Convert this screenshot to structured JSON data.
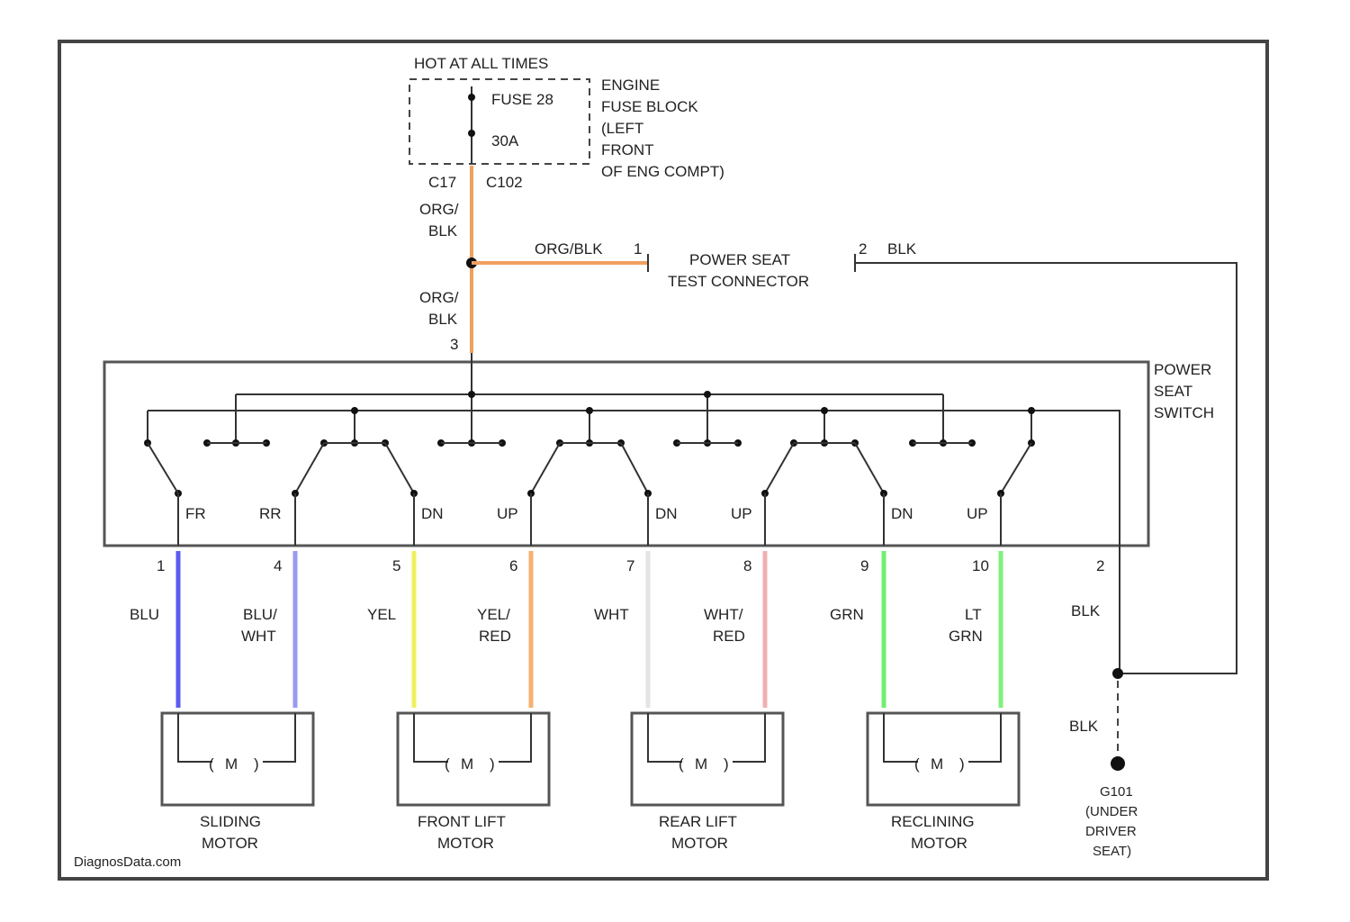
{
  "power": {
    "hot_label": "HOT AT ALL TIMES",
    "fuse_label": "FUSE 28",
    "fuse_rating": "30A",
    "fuse_block": [
      "ENGINE",
      "FUSE BLOCK",
      "(LEFT",
      "FRONT",
      "OF ENG COMPT)"
    ],
    "conn_a": "C17",
    "conn_b": "C102"
  },
  "wires": {
    "feed_upper": [
      "ORG/",
      "BLK"
    ],
    "feed_lower": [
      "ORG/",
      "BLK"
    ],
    "branch": "ORG/BLK",
    "branch_pin": "1",
    "switch_pin": "3",
    "test_pin": "2",
    "test_color": "BLK",
    "ground_color": "BLK",
    "ground_pin_color": "BLK"
  },
  "test_connector": [
    "POWER SEAT",
    "TEST CONNECTOR"
  ],
  "switch": {
    "name": [
      "POWER",
      "SEAT",
      "SWITCH"
    ],
    "positions": [
      "FR",
      "RR",
      "DN",
      "UP",
      "DN",
      "UP",
      "DN",
      "UP"
    ]
  },
  "pins": [
    {
      "pin": "1",
      "color": [
        "BLU"
      ],
      "hex": "#5b5bf0"
    },
    {
      "pin": "4",
      "color": [
        "BLU/",
        "WHT"
      ],
      "hex": "#9a9af0"
    },
    {
      "pin": "5",
      "color": [
        "YEL"
      ],
      "hex": "#f0f060"
    },
    {
      "pin": "6",
      "color": [
        "YEL/",
        "RED"
      ],
      "hex": "#f5b070"
    },
    {
      "pin": "7",
      "color": [
        "WHT"
      ],
      "hex": "#e4e4e4"
    },
    {
      "pin": "8",
      "color": [
        "WHT/",
        "RED"
      ],
      "hex": "#f0b0b0"
    },
    {
      "pin": "9",
      "color": [
        "GRN"
      ],
      "hex": "#70f070"
    },
    {
      "pin": "10",
      "color": [
        "LT",
        "GRN"
      ],
      "hex": "#80f080"
    }
  ],
  "ground_pin": "2",
  "motors": [
    {
      "symbol": "M",
      "name": [
        "SLIDING",
        "MOTOR"
      ]
    },
    {
      "symbol": "M",
      "name": [
        "FRONT LIFT",
        "MOTOR"
      ]
    },
    {
      "symbol": "M",
      "name": [
        "REAR LIFT",
        "MOTOR"
      ]
    },
    {
      "symbol": "M",
      "name": [
        "RECLINING",
        "MOTOR"
      ]
    }
  ],
  "ground": [
    "G101",
    "(UNDER",
    "DRIVER",
    "SEAT)"
  ],
  "watermark": "DiagnosData.com",
  "colors": {
    "feed": "#f0a060",
    "frame": "#444444"
  }
}
